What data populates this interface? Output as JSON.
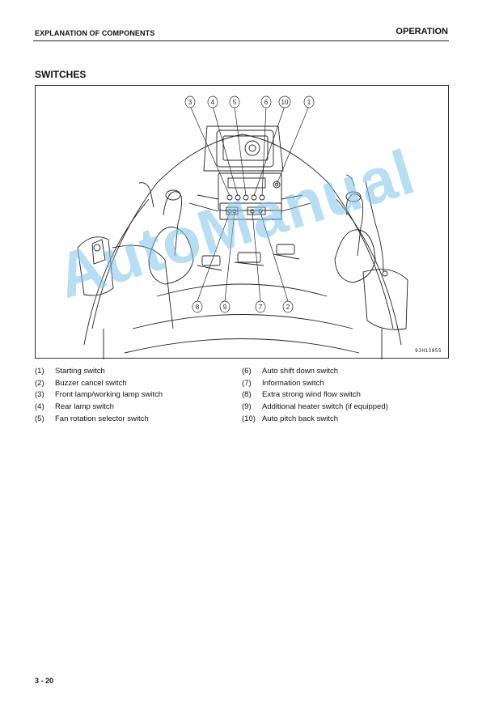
{
  "header": {
    "section": "EXPLANATION OF COMPONENTS",
    "chapter": "OPERATION"
  },
  "title": "SWITCHES",
  "figure": {
    "code": "9JH13055",
    "callouts_top": [
      "3",
      "4",
      "5",
      "6",
      "10",
      "1"
    ],
    "callouts_bottom": [
      "8",
      "9",
      "7",
      "2"
    ]
  },
  "legend_left": [
    {
      "num": "(1)",
      "label": "Starting switch"
    },
    {
      "num": "(2)",
      "label": "Buzzer cancel switch"
    },
    {
      "num": "(3)",
      "label": "Front lamp/working lamp switch"
    },
    {
      "num": "(4)",
      "label": "Rear lamp switch"
    },
    {
      "num": "(5)",
      "label": "Fan rotation selector switch"
    }
  ],
  "legend_right": [
    {
      "num": "(6)",
      "label": "Auto shift down switch"
    },
    {
      "num": "(7)",
      "label": "Information switch"
    },
    {
      "num": "(8)",
      "label": "Extra strong wind flow switch"
    },
    {
      "num": "(9)",
      "label": "Additional heater switch (if equipped)"
    },
    {
      "num": "(10)",
      "label": "Auto pitch back switch"
    }
  ],
  "page_number": "3 - 20",
  "watermark": "AutoManual"
}
